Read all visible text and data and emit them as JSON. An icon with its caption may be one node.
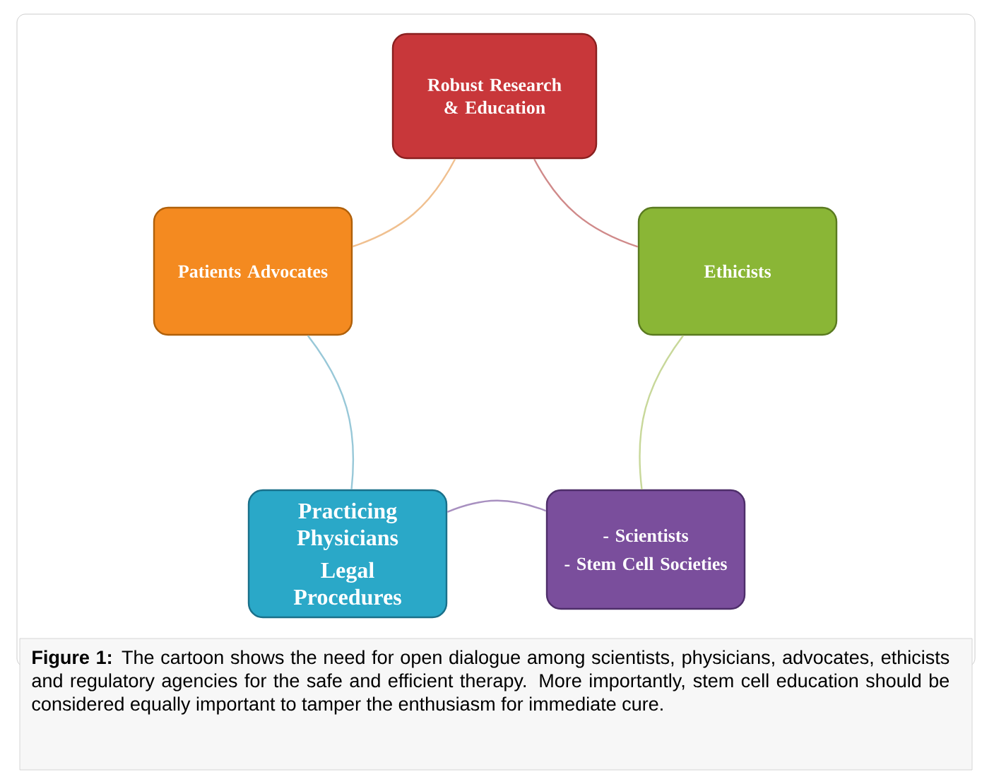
{
  "diagram": {
    "caption": "**Figure 1:** The cartoon shows the need for open dialogue among scientists, physicians, advocates, ethicists and regulatory agencies for the safe and efficient therapy. More importantly, stem cell education should be considered equally important to tamper the enthusiasm for immediate cure.",
    "nodes": [
      {
        "text": [
          "Robust Research & Education"
        ]
      },
      {
        "text": [
          "Ethicists"
        ]
      },
      {
        "text": [
          "- Scientists",
          "- Stem Cell Societies"
        ]
      },
      {
        "text": [
          "Practicing Physicians",
          "Legal Procedures"
        ]
      },
      {
        "text": [
          "Patients Advocates"
        ]
      }
    ],
    "edges": [
      {
        "from": 0,
        "to": 1,
        "arrow": "none",
        "color": "#d08a8a"
      },
      {
        "from": 1,
        "to": 2,
        "arrow": "none",
        "color": "#c8d89a"
      },
      {
        "from": 2,
        "to": 3,
        "arrow": "none",
        "color": "#a890c0"
      },
      {
        "from": 3,
        "to": 4,
        "arrow": "none",
        "color": "#98c8d8"
      },
      {
        "from": 4,
        "to": 0,
        "arrow": "none",
        "color": "#f0c090"
      }
    ]
  }
}
